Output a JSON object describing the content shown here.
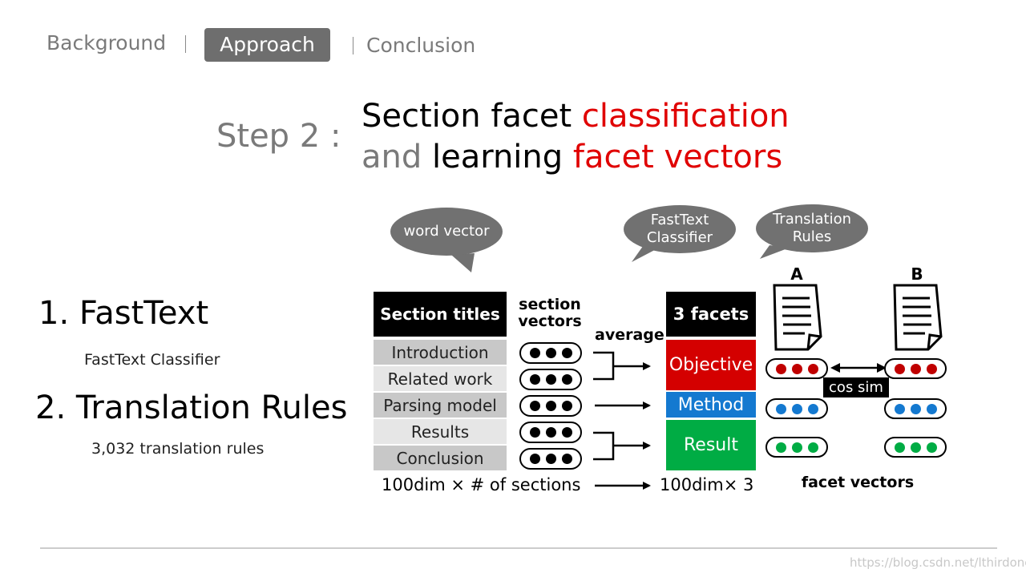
{
  "nav": {
    "items": [
      "Background",
      "Approach",
      "Conclusion"
    ],
    "active_index": 1
  },
  "title": {
    "step_label": "Step 2 :",
    "line1": {
      "plain": "Section facet ",
      "highlight": "classification"
    },
    "line2": {
      "grey": "and ",
      "plain": "learning ",
      "highlight": "facet vectors"
    }
  },
  "left_list": [
    {
      "heading": "1. FastText",
      "sub": "FastText Classifier"
    },
    {
      "heading": "2. Translation Rules",
      "sub": "3,032 translation rules"
    }
  ],
  "diagram": {
    "bubbles": {
      "word_vector": "word vector",
      "fasttext": [
        "FastText",
        "Classifier"
      ],
      "translation": [
        "Translation",
        "Rules"
      ]
    },
    "section_titles": {
      "header": "Section titles",
      "rows": [
        "Introduction",
        "Related work",
        "Parsing model",
        "Results",
        "Conclusion"
      ]
    },
    "section_vectors_label": [
      "section",
      "vectors"
    ],
    "average_label": "average",
    "facets": {
      "header": "3 facets",
      "items": [
        {
          "label": "Objective",
          "color": "#d40000"
        },
        {
          "label": "Method",
          "color": "#1479d0"
        },
        {
          "label": "Result",
          "color": "#00ac44"
        }
      ]
    },
    "doc_a_label": "A",
    "doc_b_label": "B",
    "cos_sim_label": "cos sim",
    "facet_vectors_label": "facet vectors",
    "bottom_left_caption": "100dim × # of sections",
    "bottom_mid_caption": "100dim× 3"
  },
  "watermark": "https://blog.csdn.net/lthirdonel"
}
